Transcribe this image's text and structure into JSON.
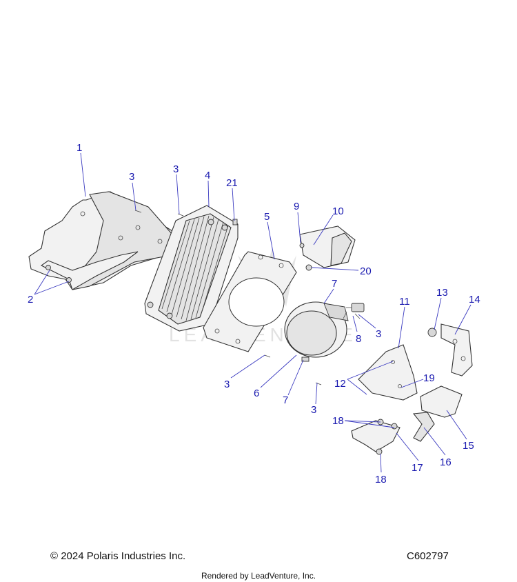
{
  "footer": {
    "copyright": "© 2024 Polaris Industries Inc.",
    "diagram_code": "C602797",
    "rendered_by": "Rendered by LeadVenture, Inc."
  },
  "watermark": {
    "text": "LEADVENTURE"
  },
  "callouts": [
    {
      "id": "c1",
      "label": "1"
    },
    {
      "id": "c2",
      "label": "2"
    },
    {
      "id": "c3a",
      "label": "3"
    },
    {
      "id": "c3b",
      "label": "3"
    },
    {
      "id": "c4",
      "label": "4"
    },
    {
      "id": "c21",
      "label": "21"
    },
    {
      "id": "c5",
      "label": "5"
    },
    {
      "id": "c9",
      "label": "9"
    },
    {
      "id": "c10",
      "label": "10"
    },
    {
      "id": "c20",
      "label": "20"
    },
    {
      "id": "c7a",
      "label": "7"
    },
    {
      "id": "c8",
      "label": "8"
    },
    {
      "id": "c3c",
      "label": "3"
    },
    {
      "id": "c11",
      "label": "11"
    },
    {
      "id": "c13",
      "label": "13"
    },
    {
      "id": "c14",
      "label": "14"
    },
    {
      "id": "c3d",
      "label": "3"
    },
    {
      "id": "c6",
      "label": "6"
    },
    {
      "id": "c7b",
      "label": "7"
    },
    {
      "id": "c12",
      "label": "12"
    },
    {
      "id": "c19",
      "label": "19"
    },
    {
      "id": "c3e",
      "label": "3"
    },
    {
      "id": "c18a",
      "label": "18"
    },
    {
      "id": "c17",
      "label": "17"
    },
    {
      "id": "c16",
      "label": "16"
    },
    {
      "id": "c15",
      "label": "15"
    },
    {
      "id": "c18b",
      "label": "18"
    }
  ]
}
